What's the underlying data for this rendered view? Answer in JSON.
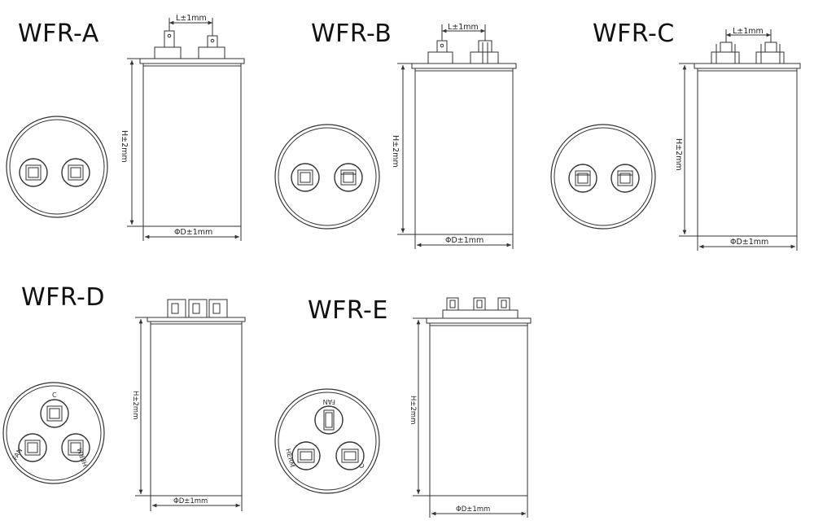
{
  "models": [
    {
      "name": "WFR-A",
      "dim_l": "L±1mm",
      "dim_h": "H±2mm",
      "dim_d": "ΦD±1mm"
    },
    {
      "name": "WFR-B",
      "dim_l": "L±1mm",
      "dim_h": "H±2mm",
      "dim_d": "ΦD±1mm"
    },
    {
      "name": "WFR-C",
      "dim_l": "L±1mm",
      "dim_h": "H±2mm",
      "dim_d": "ΦD±1mm"
    },
    {
      "name": "WFR-D",
      "dim_h": "H±2mm",
      "dim_d": "ΦD±1mm",
      "terminals": [
        "C",
        "FAN",
        "HERM"
      ]
    },
    {
      "name": "WFR-E",
      "dim_h": "H±2mm",
      "dim_d": "ΦD±1mm",
      "terminals": [
        "FAN",
        "HERM",
        "C"
      ]
    }
  ],
  "colors": {
    "line": "#333333",
    "fill": "#ffffff",
    "terminal": "#555555"
  }
}
